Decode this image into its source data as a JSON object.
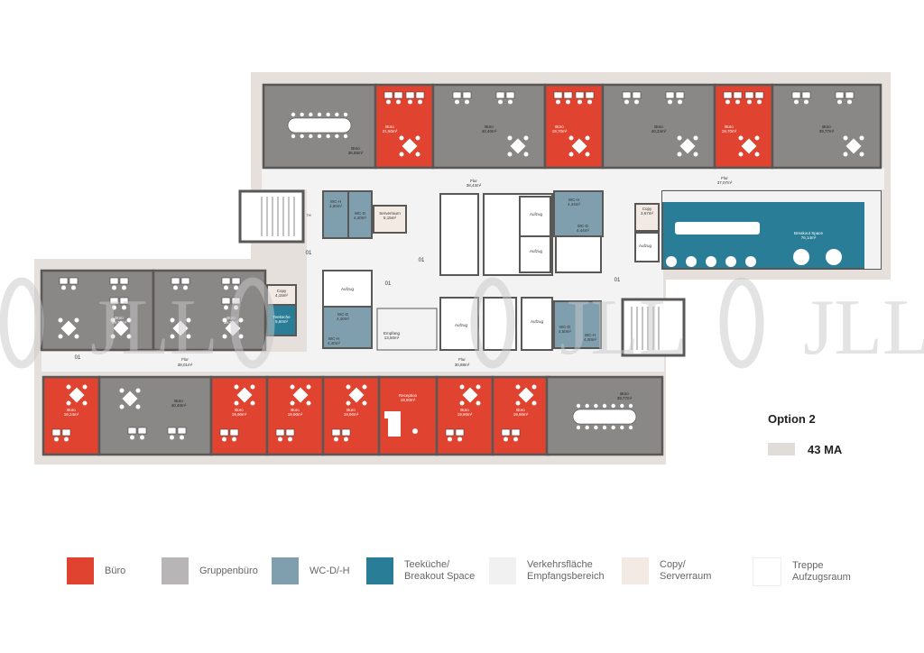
{
  "option": {
    "title": "Option 2",
    "count": "43 MA"
  },
  "colors": {
    "buero": "#e0432f",
    "gruppenbuero": "#8a8787",
    "wc": "#7f9fae",
    "teekueche": "#2a7d96",
    "verkehr": "#f3f3f3",
    "copy": "#f3ebe3",
    "treppe": "#ffffff",
    "footprint": "#e5e0dc",
    "wall": "#5a5757"
  },
  "legend": [
    {
      "id": "buero",
      "color": "#e0432f",
      "lines": [
        "Büro"
      ]
    },
    {
      "id": "gruppenbuero",
      "color": "#b7b5b5",
      "lines": [
        "Gruppenbüro"
      ]
    },
    {
      "id": "wc",
      "color": "#7f9fae",
      "lines": [
        "WC-D/-H"
      ]
    },
    {
      "id": "teekueche",
      "color": "#2a7d96",
      "lines": [
        "Teeküche/",
        "Breakout Space"
      ]
    },
    {
      "id": "verkehr",
      "color": "#f1f1f1",
      "lines": [
        "Verkehrsfläche",
        "Empfangsbereich"
      ]
    },
    {
      "id": "copy",
      "color": "#f3ebe3",
      "lines": [
        "Copy/",
        "Serverraum"
      ]
    },
    {
      "id": "treppe",
      "color": "#ffffff",
      "lines": [
        "Treppe",
        "Aufzugsraum"
      ]
    }
  ],
  "rooms": {
    "top": [
      {
        "name": "Büro",
        "area": "36,65m²",
        "type": "gruppenbuero"
      },
      {
        "name": "Büro",
        "area": "21,50m²",
        "type": "buero"
      },
      {
        "name": "Büro",
        "area": "40,40m²",
        "type": "gruppenbuero"
      },
      {
        "name": "Büro",
        "area": "19,70m²",
        "type": "buero"
      },
      {
        "name": "Büro",
        "area": "40,24m²",
        "type": "gruppenbuero"
      },
      {
        "name": "Büro",
        "area": "19,70m²",
        "type": "buero"
      },
      {
        "name": "Büro",
        "area": "39,77m²",
        "type": "gruppenbuero"
      }
    ],
    "left_mid": [
      {
        "name": "Büro",
        "area": "39,70m²",
        "type": "gruppenbuero"
      },
      {
        "name": "Büro",
        "area": "39,38m²",
        "type": "gruppenbuero"
      }
    ],
    "bottom": [
      {
        "name": "Büro",
        "area": "19,24m²",
        "type": "buero"
      },
      {
        "name": "Büro",
        "area": "40,40m²",
        "type": "gruppenbuero"
      },
      {
        "name": "Büro",
        "area": "19,90m²",
        "type": "buero"
      },
      {
        "name": "Büro",
        "area": "19,90m²",
        "type": "buero"
      },
      {
        "name": "Büro",
        "area": "19,90m²",
        "type": "buero"
      },
      {
        "name": "Reception",
        "area": "19,90m²",
        "type": "buero"
      },
      {
        "name": "Büro",
        "area": "19,90m²",
        "type": "buero"
      },
      {
        "name": "Büro",
        "area": "19,90m²",
        "type": "buero"
      },
      {
        "name": "Büro",
        "area": "39,77m²",
        "type": "gruppenbuero"
      }
    ],
    "service": [
      {
        "id": "wc-h-1",
        "name": "WC-H",
        "area": "4,60m²"
      },
      {
        "id": "wc-d-1",
        "name": "WC-D",
        "area": "4,40m²"
      },
      {
        "id": "server",
        "name": "Serverraum",
        "area": "5,15m²"
      },
      {
        "id": "wc-h-2",
        "name": "WC-H",
        "area": "4,44m²"
      },
      {
        "id": "wc-d-2",
        "name": "WC-D",
        "area": "4,44m²"
      },
      {
        "id": "copy-1",
        "name": "Copy",
        "area": "3,67m²"
      },
      {
        "id": "breakout",
        "name": "Breakout Space",
        "area": "76,14m²"
      },
      {
        "id": "copy-2",
        "name": "Copy",
        "area": "4,15m²"
      },
      {
        "id": "teekueche-small",
        "name": "Teeküche",
        "area": "5,60m²"
      },
      {
        "id": "wc-d-3",
        "name": "WC-D",
        "area": "4,40m²"
      },
      {
        "id": "wc-h-3",
        "name": "WC-H",
        "area": "4,40m²"
      },
      {
        "id": "empfang",
        "name": "Empfang",
        "area": "13,50m²"
      },
      {
        "id": "wc-d-4",
        "name": "WC-D",
        "area": "4,50m²"
      },
      {
        "id": "wc-h-4",
        "name": "WC-H",
        "area": "4,30m²"
      }
    ],
    "corridors": [
      {
        "id": "flur-top-left",
        "name": "Flur",
        "area": "38,43m²"
      },
      {
        "id": "flur-top-right",
        "name": "Flur",
        "area": "37,07m²"
      },
      {
        "id": "flur-mid",
        "name": "Flur",
        "area": "38,01m²"
      },
      {
        "id": "flur-bottom",
        "name": "Flur",
        "area": "30,88m²"
      }
    ],
    "lifts": [
      "Aufzug",
      "Aufzug",
      "Aufzug",
      "Aufzug",
      "Aufzug",
      "Aufzug"
    ],
    "markers": [
      "01",
      "01",
      "01",
      "01",
      "01",
      "TH"
    ]
  },
  "watermark": "JLL"
}
